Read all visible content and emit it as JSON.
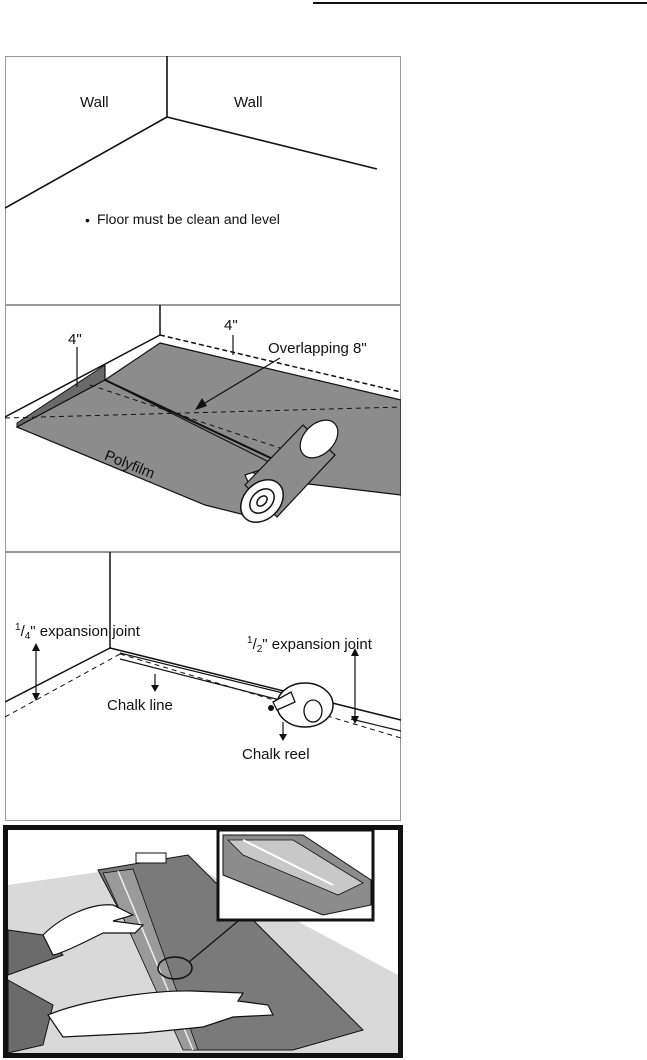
{
  "panels": {
    "room": {
      "wall_left": "Wall",
      "wall_right": "Wall",
      "note_bullet": "•",
      "note": "Floor must be clean and level"
    },
    "film": {
      "gap_left": "4\"",
      "gap_right": "4\"",
      "overlap": "Overlapping 8\"",
      "material": "Polyfilm"
    },
    "layout": {
      "left_joint_num": "1",
      "left_joint_den": "4",
      "left_joint_text": "\" expansion joint",
      "right_joint_num": "1",
      "right_joint_den": "2",
      "right_joint_text": "\" expansion joint",
      "chalk_line": "Chalk line",
      "chalk_reel": "Chalk reel"
    }
  },
  "colors": {
    "ink": "#111111",
    "film_gray": "#8c8c8c",
    "floor_gray": "#d9d9d9",
    "plank_gray": "#7a7a7a",
    "skin": "#ffffff",
    "sleeve": "#6b6b6b"
  }
}
